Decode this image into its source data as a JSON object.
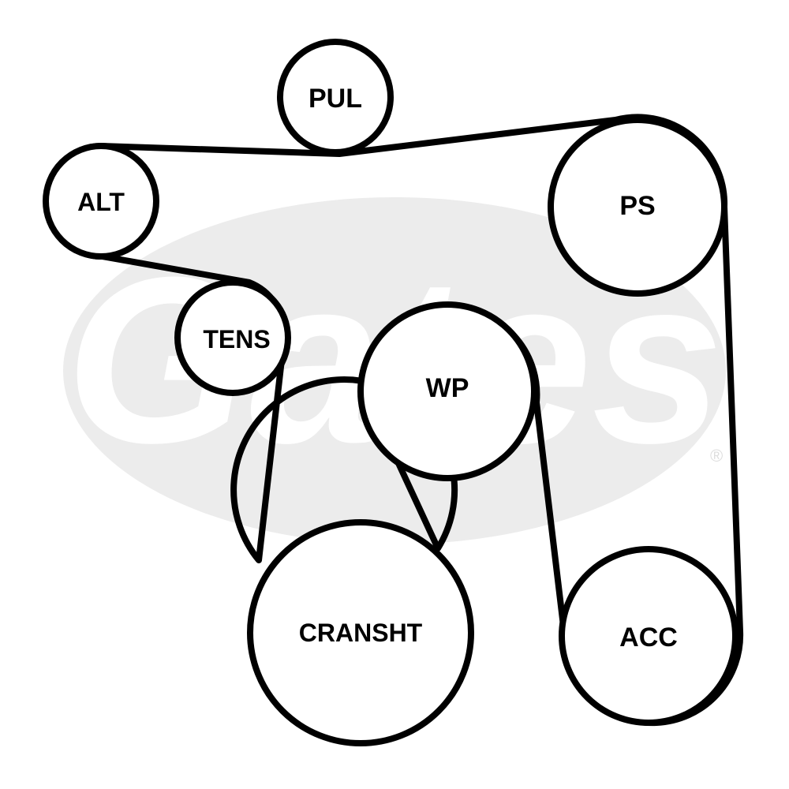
{
  "diagram": {
    "pulleys": [
      {
        "id": "pul",
        "label": "PUL"
      },
      {
        "id": "alt",
        "label": "ALT"
      },
      {
        "id": "tens",
        "label": "TENS"
      },
      {
        "id": "wp",
        "label": "WP"
      },
      {
        "id": "ps",
        "label": "PS"
      },
      {
        "id": "cransht",
        "label": "CRANSHT"
      },
      {
        "id": "acc",
        "label": "ACC"
      }
    ],
    "watermark": {
      "text": "Gates",
      "mark": "®"
    }
  },
  "colors": {
    "stroke": "#000000",
    "background": "#ffffff",
    "watermark": "#ececec"
  }
}
